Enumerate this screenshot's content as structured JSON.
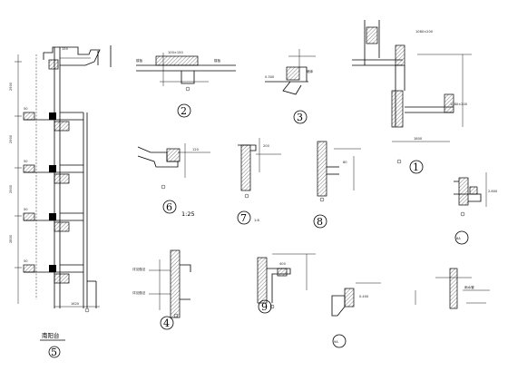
{
  "drawing": {
    "section_title": "南阳台",
    "scale_label": "1:25",
    "detail_numbers": [
      "1",
      "2",
      "3",
      "4",
      "5",
      "6",
      "7",
      "8",
      "9",
      "8A",
      "9A"
    ],
    "small_labels": {
      "ceiling_ref": "1:8",
      "dim_top": "150",
      "dim_1800": "1800",
      "dim_1620": "1620",
      "dim_2900": "2900",
      "dim_2800": "2800",
      "dim_1500": "1500",
      "dim_200": "200",
      "dim_120": "120",
      "dim_60": "60",
      "dim_50": "50",
      "dim_100": "100",
      "dim_400": "400",
      "elev_2800": "2.800",
      "elev_0400": "0.400",
      "elev_0300": "0.300",
      "text_detail": "详见做法",
      "text_wall": "墙体",
      "text_slab": "楼板",
      "text_100": "100×150",
      "text_1080": "1080×200",
      "text_note": "雨水管"
    }
  }
}
